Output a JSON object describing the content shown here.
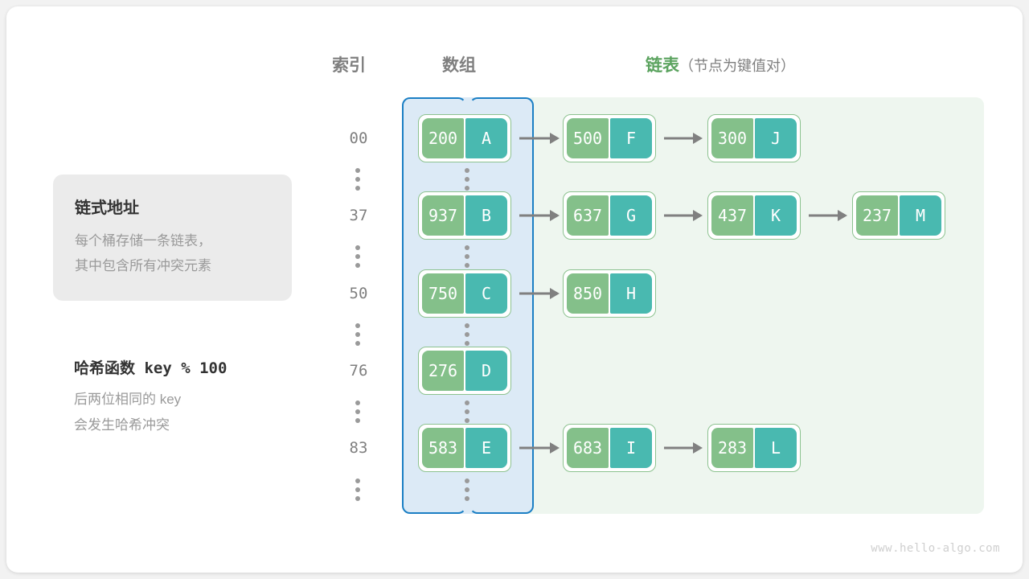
{
  "headers": {
    "index": "索引",
    "array": "数组",
    "list_main": "链表",
    "list_sub": "（节点为键值对）"
  },
  "info_card": {
    "title": "链式地址",
    "line1": "每个桶存储一条链表，",
    "line2": "其中包含所有冲突元素"
  },
  "hash_note": {
    "title": "哈希函数 key % 100",
    "line1": "后两位相同的 key",
    "line2": "会发生哈希冲突"
  },
  "colors": {
    "key_cell": "#84c08a",
    "value_cell": "#49b9b0",
    "array_panel": "#dceaf6",
    "array_border": "#1b7fc4",
    "list_panel": "#eef6ef",
    "list_accent": "#5ba35f",
    "arrow": "#808080",
    "node_border": "#8cc28f",
    "card_bg": "#ebebeb",
    "muted_text": "#9a9a9a"
  },
  "buckets": [
    {
      "index": "00",
      "bucket": {
        "key": "200",
        "value": "A"
      },
      "chain": [
        {
          "key": "500",
          "value": "F"
        },
        {
          "key": "300",
          "value": "J"
        }
      ]
    },
    {
      "index": "37",
      "bucket": {
        "key": "937",
        "value": "B"
      },
      "chain": [
        {
          "key": "637",
          "value": "G"
        },
        {
          "key": "437",
          "value": "K"
        },
        {
          "key": "237",
          "value": "M"
        }
      ]
    },
    {
      "index": "50",
      "bucket": {
        "key": "750",
        "value": "C"
      },
      "chain": [
        {
          "key": "850",
          "value": "H"
        }
      ]
    },
    {
      "index": "76",
      "bucket": {
        "key": "276",
        "value": "D"
      },
      "chain": []
    },
    {
      "index": "83",
      "bucket": {
        "key": "583",
        "value": "E"
      },
      "chain": [
        {
          "key": "683",
          "value": "I"
        },
        {
          "key": "283",
          "value": "L"
        }
      ]
    }
  ],
  "ellipsis_glyph": "⋮",
  "watermark": "www.hello-algo.com"
}
